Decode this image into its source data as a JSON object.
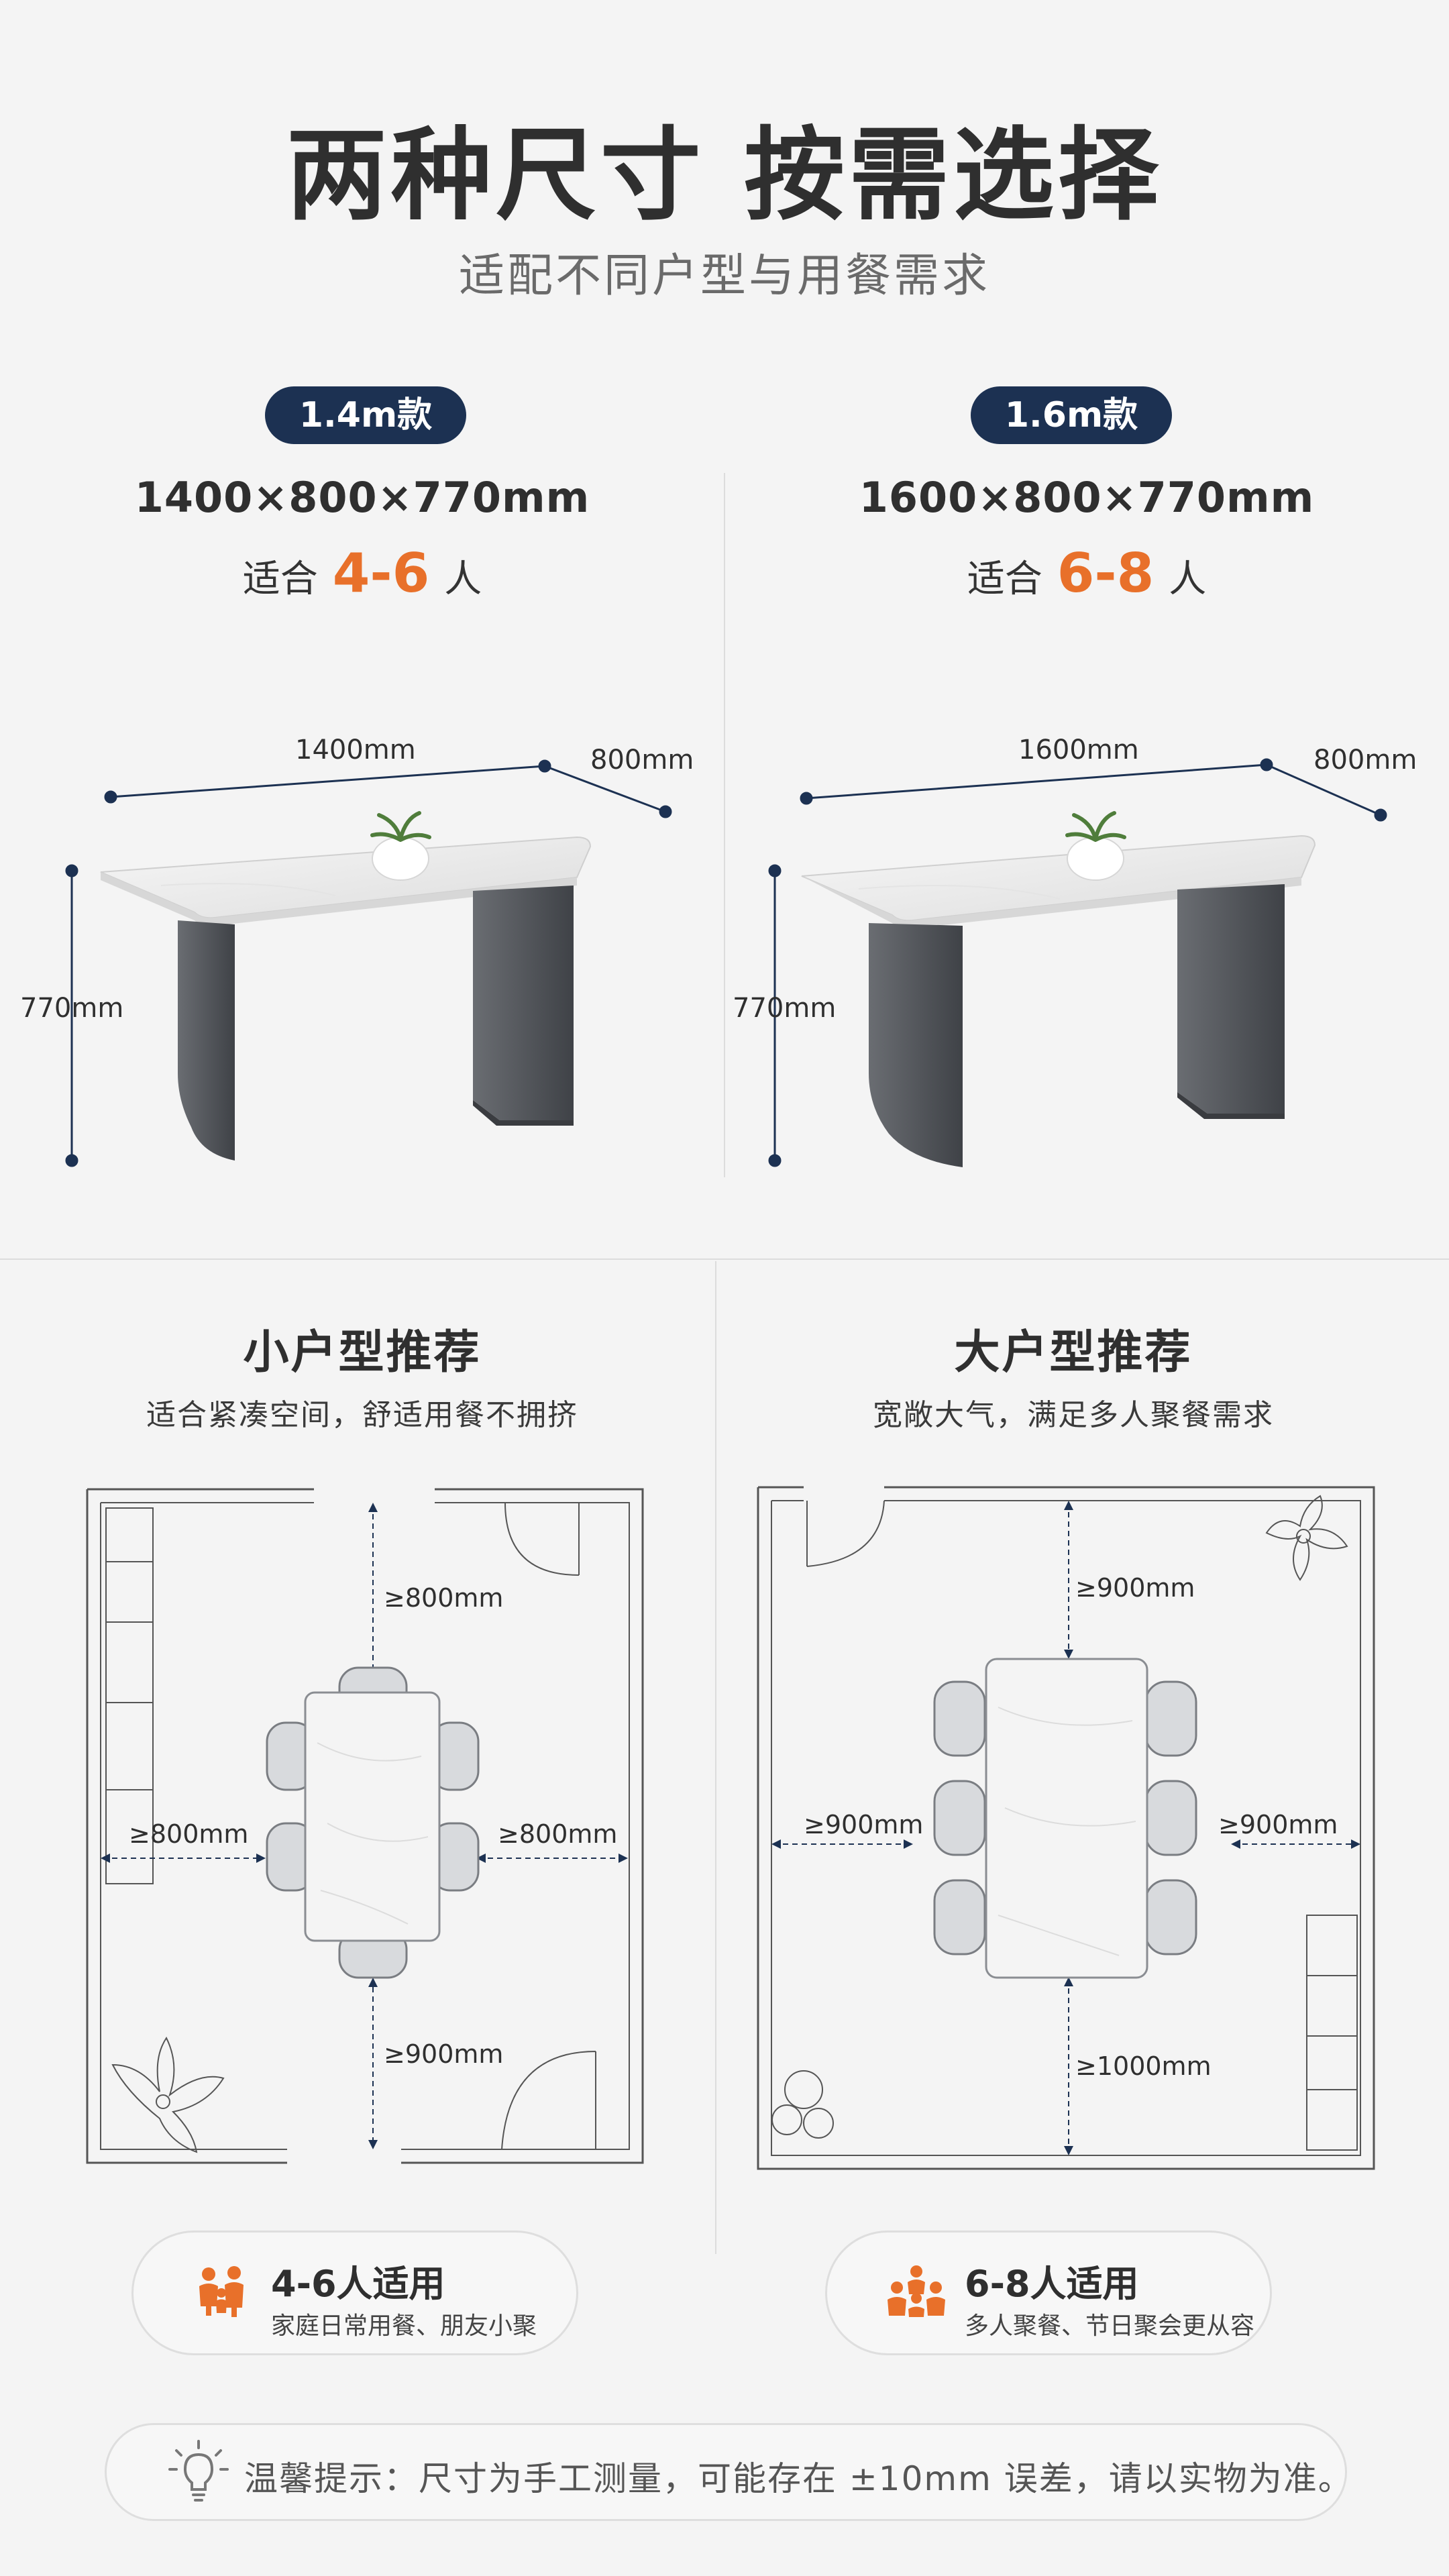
{
  "header": {
    "title": "两种尺寸 按需选择",
    "subtitle": "适配不同户型与用餐需求"
  },
  "sizes": [
    {
      "badge": "1.4m款",
      "dimensions": "1400×800×770mm",
      "fit_prefix": "适合",
      "fit_range": "4-6",
      "fit_suffix": "人",
      "length_label": "1400mm",
      "depth_label": "800mm",
      "height_label": "770mm"
    },
    {
      "badge": "1.6m款",
      "dimensions": "1600×800×770mm",
      "fit_prefix": "适合",
      "fit_range": "6-8",
      "fit_suffix": "人",
      "length_label": "1600mm",
      "depth_label": "800mm",
      "height_label": "770mm"
    }
  ],
  "recommendations": [
    {
      "title": "小户型推荐",
      "subtitle": "适合紧凑空间，舒适用餐不拥挤",
      "clearance_top": "≥800mm",
      "clearance_left": "≥800mm",
      "clearance_right": "≥800mm",
      "clearance_bottom": "≥900mm",
      "card_title": "4-6人适用",
      "card_subtitle": "家庭日常用餐、朋友小聚",
      "card_icon": "family-icon"
    },
    {
      "title": "大户型推荐",
      "subtitle": "宽敞大气，满足多人聚餐需求",
      "clearance_top": "≥900mm",
      "clearance_left": "≥900mm",
      "clearance_right": "≥900mm",
      "clearance_bottom": "≥1000mm",
      "card_title": "6-8人适用",
      "card_subtitle": "多人聚餐、节日聚会更从容",
      "card_icon": "group-icon"
    }
  ],
  "tip": {
    "text": "温馨提示：尺寸为手工测量，可能存在 ±10mm 误差，请以实物为准。",
    "icon": "lightbulb-icon"
  },
  "colors": {
    "badge_bg": "#1c3152",
    "accent_orange": "#e8702a",
    "dimension_blue": "#1c3152",
    "table_leg": "#54575c"
  }
}
